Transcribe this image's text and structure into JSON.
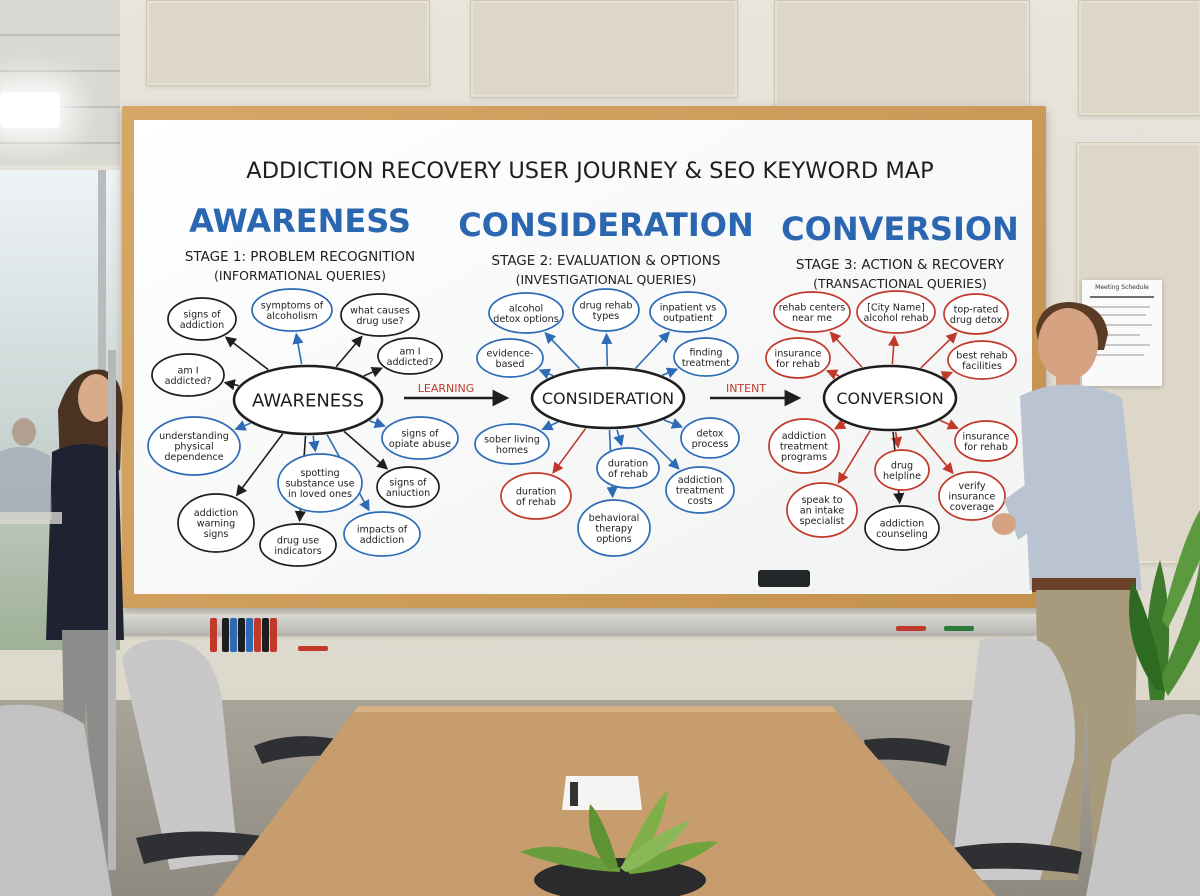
{
  "board": {
    "title": "ADDICTION RECOVERY USER JOURNEY & SEO KEYWORD MAP",
    "stages": [
      {
        "heading": "AWARENESS",
        "subtitle": "STAGE 1: PROBLEM RECOGNITION",
        "query_type": "(INFORMATIONAL QUERIES)",
        "hub": "AWARENESS",
        "keywords": [
          {
            "lines": [
              "signs of",
              "addiction"
            ],
            "color": "#1e1e1e"
          },
          {
            "lines": [
              "symptoms of",
              "alcoholism"
            ],
            "color": "#2e6bb5"
          },
          {
            "lines": [
              "what causes",
              "drug use?"
            ],
            "color": "#1e1e1e"
          },
          {
            "lines": [
              "am I",
              "addicted?"
            ],
            "color": "#1e1e1e"
          },
          {
            "lines": [
              "am I",
              "addicted?"
            ],
            "color": "#1e1e1e"
          },
          {
            "lines": [
              "understanding",
              "physical",
              "dependence"
            ],
            "color": "#2e6bb5"
          },
          {
            "lines": [
              "signs of",
              "opiate abuse"
            ],
            "color": "#2e6bb5"
          },
          {
            "lines": [
              "spotting",
              "substance use",
              "in loved ones"
            ],
            "color": "#2e6bb5"
          },
          {
            "lines": [
              "signs of",
              "aniuction"
            ],
            "color": "#1e1e1e"
          },
          {
            "lines": [
              "addiction",
              "warning",
              "signs"
            ],
            "color": "#1e1e1e"
          },
          {
            "lines": [
              "drug use",
              "indicators"
            ],
            "color": "#1e1e1e"
          },
          {
            "lines": [
              "impacts of",
              "addiction"
            ],
            "color": "#2e6bb5"
          }
        ]
      },
      {
        "heading": "CONSIDERATION",
        "subtitle": "STAGE 2: EVALUATION & OPTIONS",
        "query_type": "(INVESTIGATIONAL QUERIES)",
        "hub": "CONSIDERATION",
        "keywords": [
          {
            "lines": [
              "alcohol",
              "detox options"
            ],
            "color": "#2e6bb5"
          },
          {
            "lines": [
              "drug rehab",
              "types"
            ],
            "color": "#2e6bb5"
          },
          {
            "lines": [
              "inpatient vs",
              "outpatient"
            ],
            "color": "#2e6bb5"
          },
          {
            "lines": [
              "evidence-",
              "based"
            ],
            "color": "#2e6bb5"
          },
          {
            "lines": [
              "finding",
              "treatment"
            ],
            "color": "#2e6bb5"
          },
          {
            "lines": [
              "sober living",
              "homes"
            ],
            "color": "#2e6bb5"
          },
          {
            "lines": [
              "detox",
              "process"
            ],
            "color": "#2e6bb5"
          },
          {
            "lines": [
              "duration",
              "of rehab"
            ],
            "color": "#2e6bb5"
          },
          {
            "lines": [
              "duration",
              "of rehab"
            ],
            "color": "#c0392b"
          },
          {
            "lines": [
              "addiction",
              "treatment",
              "costs"
            ],
            "color": "#2e6bb5"
          },
          {
            "lines": [
              "behavioral",
              "therapy",
              "options"
            ],
            "color": "#2e6bb5"
          }
        ]
      },
      {
        "heading": "CONVERSION",
        "subtitle": "STAGE 3: ACTION & RECOVERY",
        "query_type": "(TRANSACTIONAL QUERIES)",
        "hub": "CONVERSION",
        "keywords": [
          {
            "lines": [
              "rehab centers",
              "near me"
            ],
            "color": "#c0392b"
          },
          {
            "lines": [
              "[City Name]",
              "alcohol rehab"
            ],
            "color": "#c0392b"
          },
          {
            "lines": [
              "top-rated",
              "drug detox"
            ],
            "color": "#c0392b"
          },
          {
            "lines": [
              "insurance",
              "for rehab"
            ],
            "color": "#c0392b"
          },
          {
            "lines": [
              "best rehab",
              "facilities"
            ],
            "color": "#c0392b"
          },
          {
            "lines": [
              "addiction",
              "treatment",
              "programs"
            ],
            "color": "#c0392b"
          },
          {
            "lines": [
              "drug",
              "helpline"
            ],
            "color": "#c0392b"
          },
          {
            "lines": [
              "insurance",
              "for rehab"
            ],
            "color": "#c0392b"
          },
          {
            "lines": [
              "speak to",
              "an intake",
              "specialist"
            ],
            "color": "#c0392b"
          },
          {
            "lines": [
              "addiction",
              "counseling"
            ],
            "color": "#1e1e1e"
          },
          {
            "lines": [
              "verify",
              "insurance",
              "coverage"
            ],
            "color": "#c0392b"
          }
        ]
      }
    ],
    "connectors": [
      {
        "label": "LEARNING",
        "color": "#c0392b"
      },
      {
        "label": "INTENT",
        "color": "#c0392b"
      }
    ],
    "colors": {
      "heading_blue": "#2b66b0",
      "ink_black": "#1e1e1e",
      "ink_blue": "#2e6bb5",
      "ink_red": "#c0392b",
      "frame_wood": "#c9985a"
    }
  },
  "sheet": {
    "title": "Meeting Schedule"
  },
  "icons": [
    "eraser-icon",
    "marker-icon",
    "plant-icon"
  ]
}
